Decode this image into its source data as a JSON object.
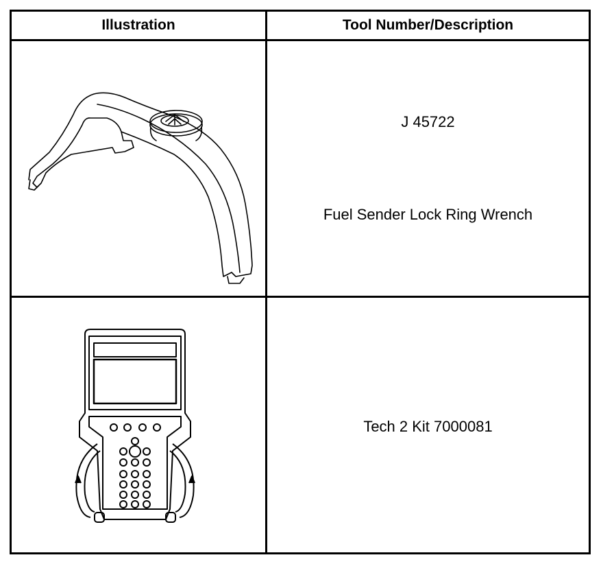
{
  "table": {
    "headers": [
      "Illustration",
      "Tool Number/Description"
    ],
    "rows": [
      {
        "illustration_icon": "lock-ring-wrench-illustration",
        "tool_number": "J 45722",
        "description": "Fuel Sender Lock Ring Wrench"
      },
      {
        "illustration_icon": "tech2-scan-tool-illustration",
        "tool_number": "",
        "description": "Tech 2 Kit 7000081"
      }
    ]
  }
}
